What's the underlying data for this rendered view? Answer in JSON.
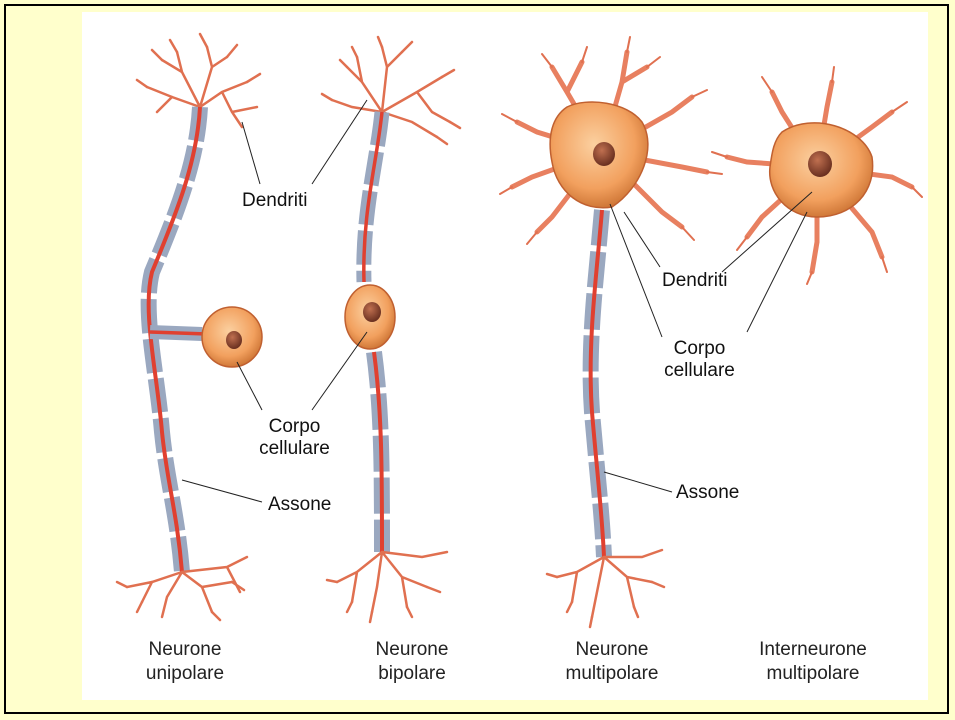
{
  "labels": {
    "dendriti_left": "Dendriti",
    "dendriti_right": "Dendriti",
    "corpo_left_line1": "Corpo",
    "corpo_left_line2": "cellulare",
    "corpo_right_line1": "Corpo",
    "corpo_right_line2": "cellulare",
    "assone_left": "Assone",
    "assone_right": "Assone"
  },
  "captions": [
    {
      "line1": "Neurone",
      "line2": "unipolare"
    },
    {
      "line1": "Neurone",
      "line2": "bipolare"
    },
    {
      "line1": "Neurone",
      "line2": "multipolare"
    },
    {
      "line1": "Interneurone",
      "line2": "multipolare"
    }
  ],
  "colors": {
    "background": "#ffffcc",
    "panel": "#ffffff",
    "soma": "#f0a060",
    "axon_core": "#e04030",
    "myelin": "#9aa8c0"
  }
}
